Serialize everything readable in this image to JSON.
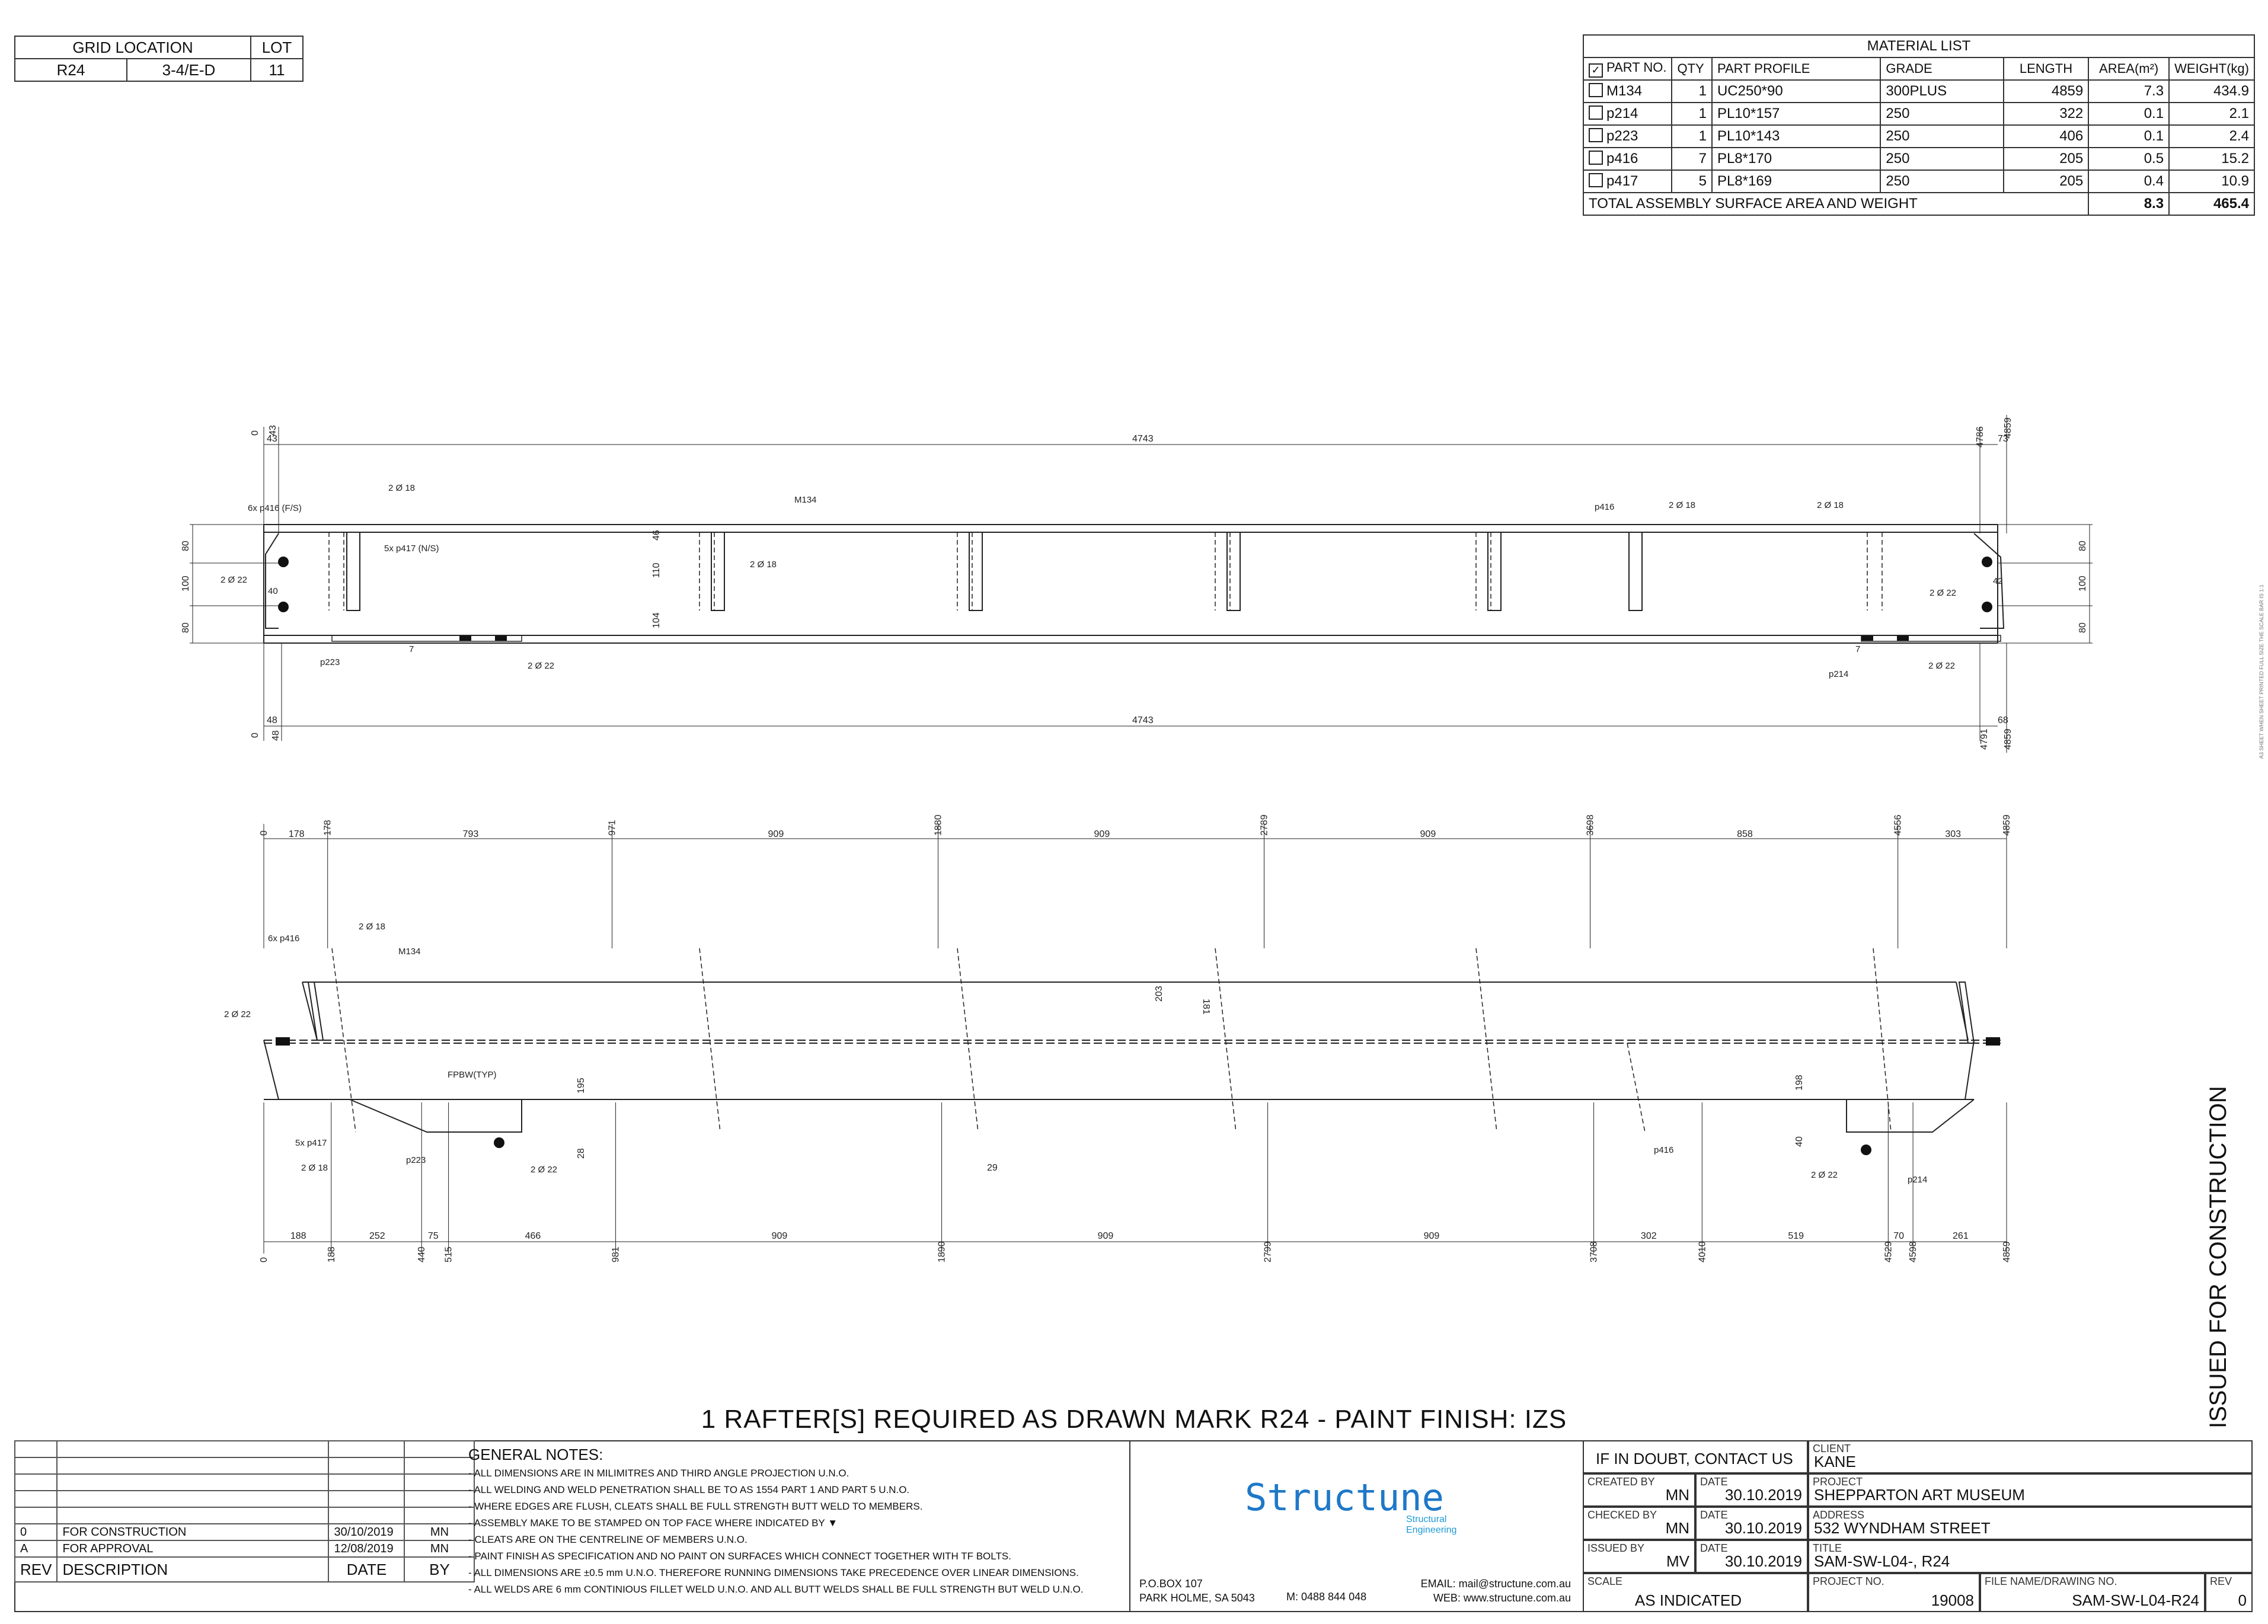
{
  "grid": {
    "headers": [
      "GRID LOCATION",
      "LOT"
    ],
    "row": [
      "R24",
      "3-4/E-D",
      "11"
    ]
  },
  "material_list": {
    "title": "MATERIAL LIST",
    "columns": [
      "PART NO.",
      "QTY",
      "PART PROFILE",
      "GRADE",
      "LENGTH",
      "AREA(m²)",
      "WEIGHT(kg)"
    ],
    "rows": [
      [
        "M134",
        "1",
        "UC250*90",
        "300PLUS",
        "4859",
        "7.3",
        "434.9"
      ],
      [
        "p214",
        "1",
        "PL10*157",
        "250",
        "322",
        "0.1",
        "2.1"
      ],
      [
        "p223",
        "1",
        "PL10*143",
        "250",
        "406",
        "0.1",
        "2.4"
      ],
      [
        "p416",
        "7",
        "PL8*170",
        "250",
        "205",
        "0.5",
        "15.2"
      ],
      [
        "p417",
        "5",
        "PL8*169",
        "250",
        "205",
        "0.4",
        "10.9"
      ]
    ],
    "total_label": "TOTAL ASSEMBLY SURFACE AREA AND WEIGHT",
    "total_area": "8.3",
    "total_weight": "465.4"
  },
  "top_view": {
    "overall_top": "4743",
    "overall_bottom": "4743",
    "left_top": [
      "0",
      "43",
      "43"
    ],
    "right_top": [
      "4786",
      "4859",
      "73"
    ],
    "left_bottom": [
      "0",
      "48",
      "48"
    ],
    "right_bottom": [
      "4791",
      "4859",
      "68"
    ],
    "left_dims": [
      "80",
      "100",
      "80"
    ],
    "right_dims": [
      "80",
      "100",
      "80"
    ],
    "mid_dims": [
      "46",
      "110",
      "104"
    ],
    "labels": [
      "6x p416 (F/S)",
      "2 Ø 18",
      "5x p417 (N/S)",
      "2 Ø 22",
      "p223",
      "2 Ø 22",
      "M134",
      "2 Ø 18",
      "p416",
      "2 Ø 18",
      "2 Ø 22",
      "p214",
      "2 Ø 22",
      "2 Ø 18",
      "40",
      "7",
      "7",
      "42"
    ]
  },
  "side_view": {
    "top_ticks": [
      "0",
      "178",
      "971",
      "1880",
      "2789",
      "3698",
      "4556",
      "4859"
    ],
    "top_spans": [
      "178",
      "793",
      "909",
      "909",
      "909",
      "858",
      "303"
    ],
    "bottom_ticks": [
      "0",
      "188",
      "440",
      "515",
      "981",
      "1890",
      "2799",
      "3708",
      "4010",
      "4529",
      "4598",
      "4859"
    ],
    "bottom_spans": [
      "188",
      "252",
      "75",
      "466",
      "909",
      "909",
      "909",
      "302",
      "519",
      "70",
      "261"
    ],
    "labels": [
      "6x p416",
      "2 Ø 18",
      "M134",
      "2 Ø 22",
      "FPBW(TYP)",
      "5x p417",
      "2 Ø 18",
      "p223",
      "2 Ø 22",
      "p416",
      "p214",
      "2 Ø 22",
      "195",
      "28",
      "203",
      "181",
      "29",
      "198",
      "40"
    ]
  },
  "drawing_title": "1  RAFTER[S] REQUIRED AS DRAWN MARK  R24 - PAINT FINISH: IZS",
  "stamp": "ISSUED FOR CONSTRUCTION",
  "side_note": "A3 SHEET    WHEN SHEET PRINTED FULL SIZE THE SCALE BAR IS 1:1",
  "revisions": {
    "rows": [
      [
        "0",
        "FOR CONSTRUCTION",
        "30/10/2019",
        "MN"
      ],
      [
        "A",
        "FOR APPROVAL",
        "12/08/2019",
        "MN"
      ]
    ],
    "headers": [
      "REV",
      "DESCRIPTION",
      "DATE",
      "BY"
    ]
  },
  "notes": {
    "title": "GENERAL NOTES:",
    "items": [
      "- ALL DIMENSIONS ARE IN MILIMITRES AND THIRD ANGLE PROJECTION U.N.O.",
      "- ALL WELDING AND WELD PENETRATION SHALL BE TO AS 1554 PART 1 AND PART 5 U.N.O.",
      "- WHERE EDGES ARE FLUSH, CLEATS SHALL BE FULL STRENGTH BUTT WELD TO MEMBERS.",
      "- ASSEMBLY MAKE TO BE STAMPED ON TOP FACE WHERE INDICATED BY",
      "- CLEATS ARE ON THE CENTRELINE OF MEMBERS U.N.O.",
      "- PAINT FINISH AS SPECIFICATION AND NO PAINT ON SURFACES WHICH CONNECT TOGETHER WITH TF BOLTS.",
      "- ALL DIMENSIONS ARE ±0.5 mm U.N.O. THEREFORE RUNNING DIMENSIONS TAKE PRECEDENCE OVER LINEAR DIMENSIONS.",
      "- ALL WELDS ARE 6 mm CONTINIOUS FILLET WELD U.N.O. AND ALL BUTT WELDS SHALL BE FULL STRENGTH BUT WELD U.N.O."
    ]
  },
  "company": {
    "name": "Structune",
    "sub1": "Structural",
    "sub2": "Engineering",
    "po": "P.O.BOX 107",
    "suburb": "PARK HOLME, SA 5043",
    "mobile": "M:  0488 844 048",
    "email": "EMAIL: mail@structune.com.au",
    "web": "WEB: www.structune.com.au"
  },
  "title_block": {
    "doubt": "IF IN DOUBT, CONTACT US",
    "created_by_cap": "CREATED BY",
    "created_by": "MN",
    "checked_by_cap": "CHECKED BY",
    "checked_by": "MN",
    "issued_by_cap": "ISSUED BY",
    "issued_by": "MV",
    "date_cap": "DATE",
    "created_date": "30.10.2019",
    "checked_date": "30.10.2019",
    "issued_date": "30.10.2019",
    "scale_cap": "SCALE",
    "scale": "AS INDICATED",
    "client_cap": "CLIENT",
    "client": "KANE",
    "project_cap": "PROJECT",
    "project": "SHEPPARTON ART MUSEUM",
    "address_cap": "ADDRESS",
    "address": "532 WYNDHAM STREET",
    "title_cap": "TITLE",
    "title": "SAM-SW-L04-, R24",
    "project_no_cap": "PROJECT NO.",
    "project_no": "19008",
    "file_cap": "FILE NAME/DRAWING NO.",
    "file": "SAM-SW-L04-R24",
    "rev_cap": "REV",
    "rev": "0"
  }
}
